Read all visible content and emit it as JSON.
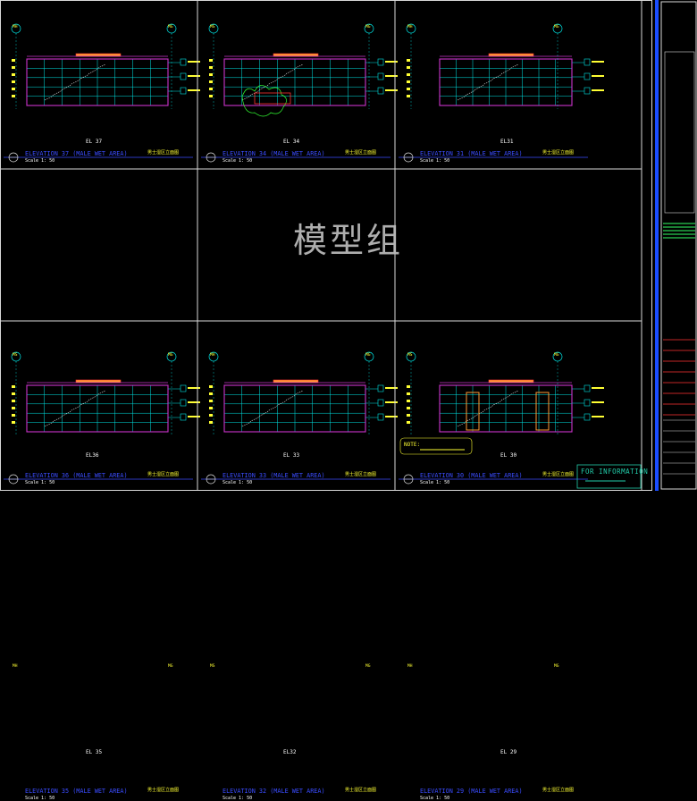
{
  "colors": {
    "background": "#000000",
    "frame": "#d8d8d8",
    "title": "#3a4cff",
    "caption": "#ffffff",
    "elevation_text": "#ffffff",
    "annotation": "#ffff33",
    "tile": "#00e5e5",
    "wall": "#cc33cc",
    "grid_green": "#33ff33",
    "light": "#ff3333",
    "light_fill": "#ff9933",
    "info": "#22ccaa",
    "watermark": "#bdbdbd"
  },
  "panels": [
    {
      "id": "37",
      "title": "ELEVATION 37 (MALE WET AREA)",
      "scale": "Scale 1: 50",
      "caption": "EL 37",
      "cn": "男士湿区立面图"
    },
    {
      "id": "34",
      "title": "ELEVATION 34 (MALE WET AREA)",
      "scale": "Scale 1: 50",
      "caption": "EL 34",
      "cn": "男士湿区立面图"
    },
    {
      "id": "31",
      "title": "ELEVATION 31 (MALE WET AREA)",
      "scale": "Scale 1: 50",
      "caption": "EL31",
      "cn": "男士湿区立面图"
    },
    {
      "id": "36",
      "title": "ELEVATION 36 (MALE WET AREA)",
      "scale": "Scale 1: 50",
      "caption": "EL36",
      "cn": "男士湿区立面图"
    },
    {
      "id": "33",
      "title": "ELEVATION 33 (MALE WET AREA)",
      "scale": "Scale 1: 50",
      "caption": "EL 33",
      "cn": "男士湿区立面图"
    },
    {
      "id": "30",
      "title": "ELEVATION 30 (MALE WET AREA)",
      "scale": "Scale 1: 50",
      "caption": "EL 30",
      "cn": "男士湿区立面图"
    },
    {
      "id": "35",
      "title": "ELEVATION 35 (MALE WET AREA)",
      "scale": "Scale 1: 50",
      "caption": "EL 35",
      "cn": "男士湿区立面图"
    },
    {
      "id": "32",
      "title": "ELEVATION 32 (MALE WET AREA)",
      "scale": "Scale 1: 50",
      "caption": "EL32",
      "cn": "男士湿区立面图"
    },
    {
      "id": "29",
      "title": "ELEVATION 29 (MALE WET AREA)",
      "scale": "Scale 1: 50",
      "caption": "EL 29",
      "cn": "男士湿区立面图"
    }
  ],
  "note_label": "NOTE:",
  "for_information": "FOR INFORMATION",
  "watermark": "模型组",
  "tags": {
    "ms": "MS",
    "mg": "MG",
    "mh": "MH",
    "st": "ST",
    "mo": "MO"
  }
}
